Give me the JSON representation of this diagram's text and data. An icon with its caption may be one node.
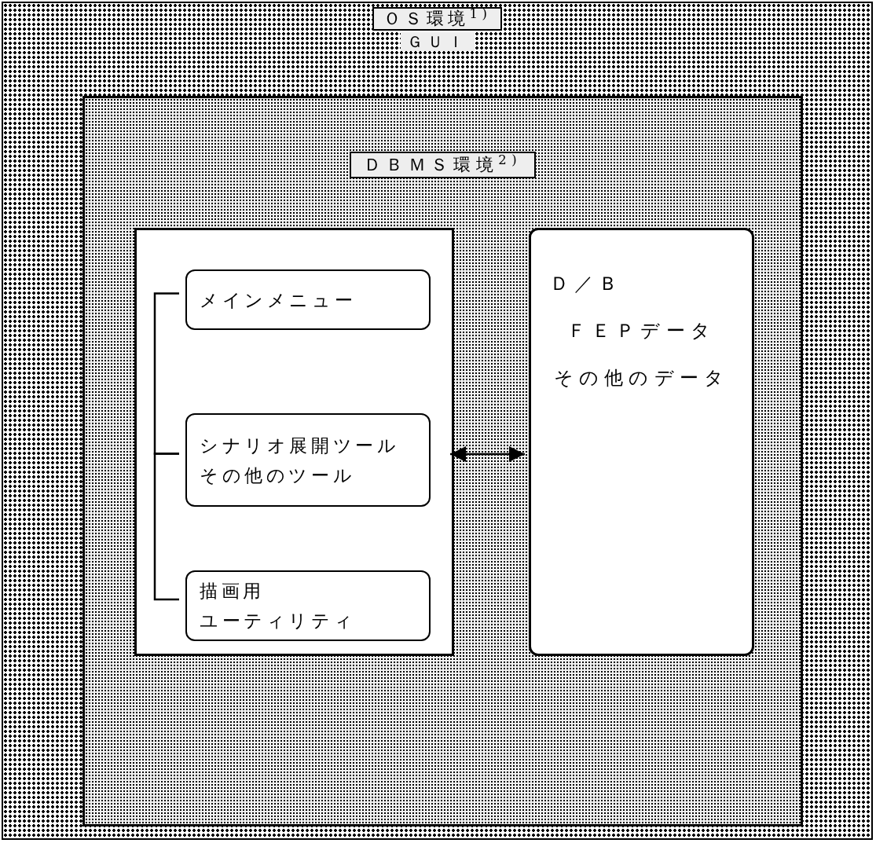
{
  "diagram": {
    "nodes": [
      {
        "text": [
          "ＯＳ環境$^{1)}$",
          "ＧＵＩ"
        ]
      },
      {
        "text": [
          "ＤＢＭＳ環境$^{2)}$"
        ],
        "in": 0
      },
      {
        "text": [],
        "shape": "box",
        "in": 1
      },
      {
        "text": [
          "メインメニュー"
        ],
        "in": 2
      },
      {
        "text": [
          "シナリオ展開ツール",
          "その他のツール"
        ],
        "in": 2
      },
      {
        "text": [
          "描画用",
          "ユーティリティ"
        ],
        "in": 2
      },
      {
        "text": [
          "Ｄ／Ｂ",
          "ＦＥＰデータ",
          "その他のデータ"
        ],
        "in": 1
      }
    ],
    "edges": [
      {
        "from": 3,
        "to": 4,
        "arrow": "none"
      },
      {
        "from": 4,
        "to": 5,
        "arrow": "none"
      },
      {
        "from": 2,
        "to": 6,
        "arrow": "both"
      }
    ]
  }
}
